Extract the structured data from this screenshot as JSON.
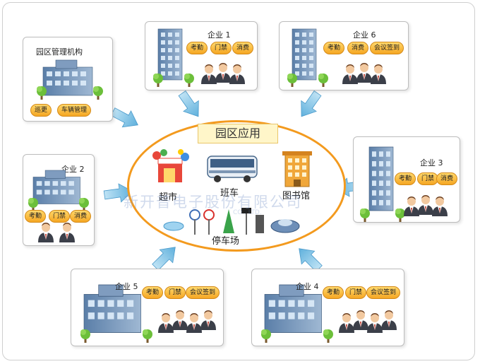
{
  "center": {
    "title": "园区应用",
    "supermarket": "超市",
    "shuttle_bus": "班车",
    "library": "图书馆",
    "parking": "停车场"
  },
  "watermark": {
    "text": "新开普电子股份有限公司",
    "sub": "CO., LTD."
  },
  "park_admin": {
    "title": "园区管理机构",
    "tags": [
      "巡更",
      "车辆管理"
    ]
  },
  "company1": {
    "title": "企业 1",
    "tags": [
      "考勤",
      "门禁",
      "消费"
    ]
  },
  "company6": {
    "title": "企业 6",
    "tags": [
      "考勤",
      "消费",
      "会议签到"
    ]
  },
  "company2": {
    "title": "企业 2",
    "tags": [
      "考勤",
      "门禁",
      "消费"
    ]
  },
  "company3": {
    "title": "企业 3",
    "tags": [
      "考勤",
      "门禁",
      "消费"
    ]
  },
  "company5": {
    "title": "企业 5",
    "tags": [
      "考勤",
      "门禁",
      "会议签到"
    ]
  },
  "company4": {
    "title": "企业 4",
    "tags": [
      "考勤",
      "门禁",
      "会议签到"
    ]
  },
  "colors": {
    "accent": "#f39a1e",
    "arrow": "#7ec3e8",
    "building": "#5b7fa8",
    "badge": "#f5a623"
  }
}
